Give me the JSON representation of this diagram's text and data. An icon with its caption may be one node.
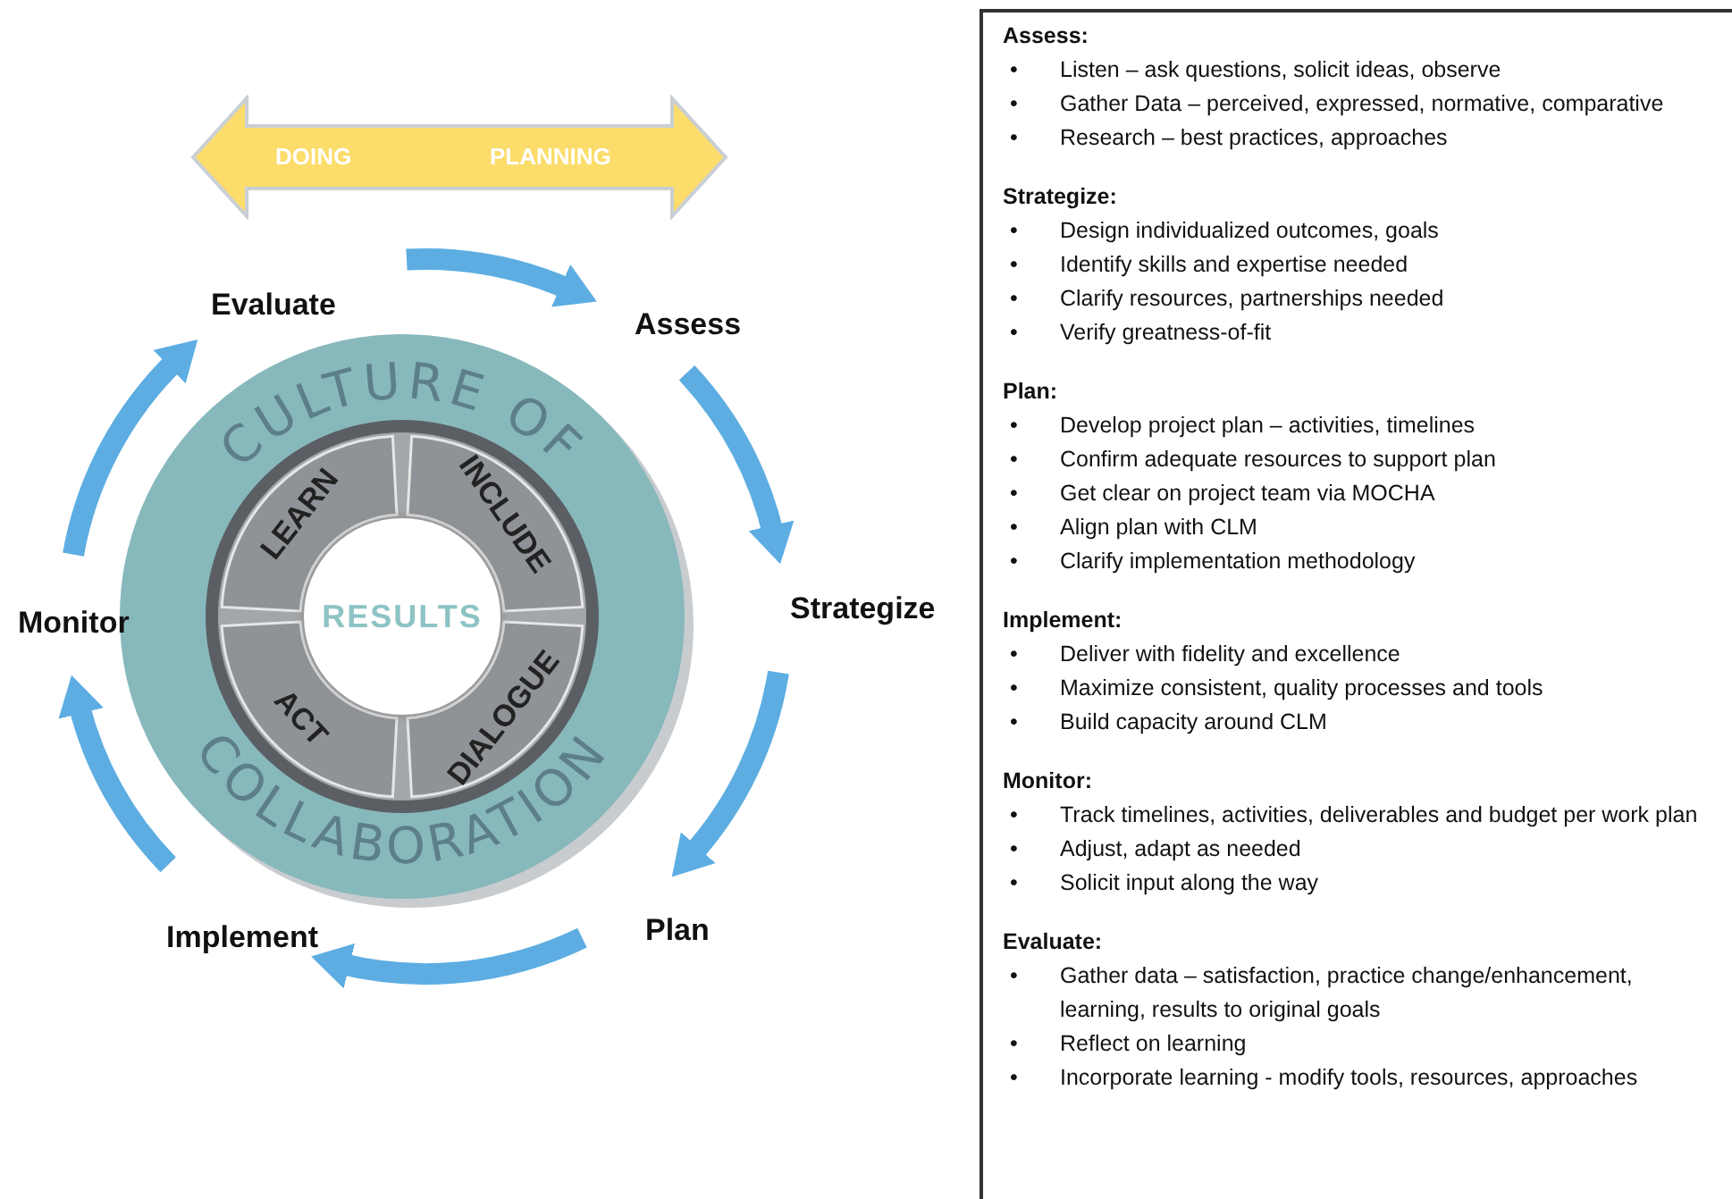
{
  "diagram": {
    "nodes": [
      {
        "text": [
          "DOING",
          "PLANNING"
        ]
      },
      {
        "text": [
          "Evaluate"
        ]
      },
      {
        "text": [
          "Assess"
        ]
      },
      {
        "text": [
          "Strategize"
        ]
      },
      {
        "text": [
          "Plan"
        ]
      },
      {
        "text": [
          "Implement"
        ]
      },
      {
        "text": [
          "Monitor"
        ]
      },
      {
        "text": [
          "CULTURE OF",
          "COLLABORATION"
        ]
      },
      {
        "text": [
          "LEARN"
        ],
        "in": 7
      },
      {
        "text": [
          "INCLUDE"
        ],
        "in": 7
      },
      {
        "text": [
          "ACT"
        ],
        "in": 7
      },
      {
        "text": [
          "DIALOGUE"
        ],
        "in": 7
      },
      {
        "text": [
          "RESULTS"
        ],
        "in": 7
      },
      {
        "text": [],
        "shape": "box"
      },
      {
        "text": [
          "Assess:",
          "•\tListen – ask questions, solicit ideas, observe",
          "•\tGather Data – perceived, expressed, normative, comparative",
          "•\tResearch – best practices, approaches"
        ],
        "in": 13
      },
      {
        "text": [
          "Strategize:",
          "•\tDesign individualized outcomes, goals",
          "•\tIdentify skills and expertise needed",
          "•\tClarify resources, partnerships needed",
          "•\tVerify greatness-of-fit"
        ],
        "in": 13
      },
      {
        "text": [
          "Plan:",
          "•\tDevelop project plan – activities, timelines",
          "•\tConfirm adequate resources to support plan",
          "•\tGet clear on project team via MOCHA",
          "•\tAlign plan with CLM",
          "•\tClarify implementation methodology"
        ],
        "in": 13
      },
      {
        "text": [
          "Implement:",
          "•\tDeliver with fidelity and excellence",
          "•\tMaximize consistent, quality processes and tools",
          "•\tBuild capacity around CLM"
        ],
        "in": 13
      },
      {
        "text": [
          "Monitor:",
          "•\tTrack timelines, activities, deliverables and budget per work plan",
          "•\tAdjust, adapt as needed",
          "•\tSolicit input along the way"
        ],
        "in": 13
      },
      {
        "text": [
          "Evaluate:",
          "•\tGather data – satisfaction, practice change/enhancement, learning, results to original goals",
          "•\tReflect on learning",
          "•\tIncorporate learning - modify tools, resources, approaches"
        ],
        "in": 13
      }
    ],
    "edges": [
      {
        "from": 1,
        "to": 2,
        "arrow": "to"
      },
      {
        "from": 2,
        "to": 3,
        "arrow": "to"
      },
      {
        "from": 3,
        "to": 4,
        "arrow": "to"
      },
      {
        "from": 4,
        "to": 5,
        "arrow": "to"
      },
      {
        "from": 5,
        "to": 6,
        "arrow": "to"
      },
      {
        "from": 6,
        "to": 1,
        "arrow": "to"
      }
    ]
  }
}
